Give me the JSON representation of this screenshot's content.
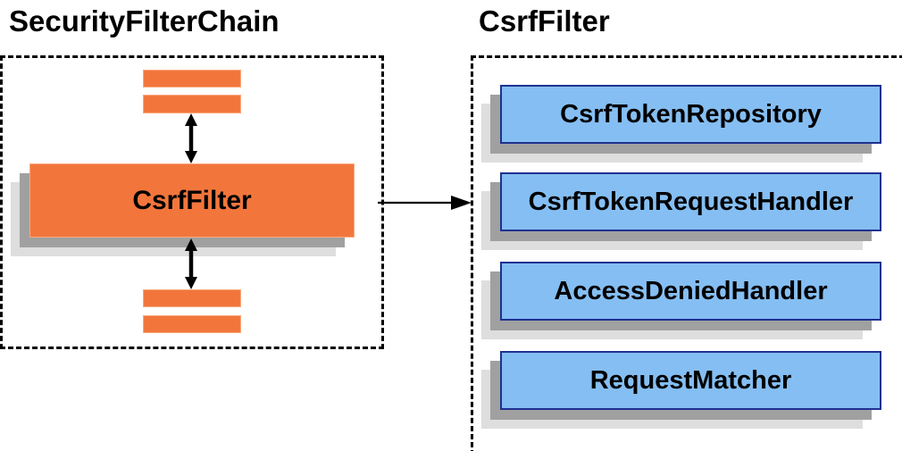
{
  "diagram": {
    "left_panel": {
      "title": "SecurityFilterChain",
      "filter_label": "CsrfFilter"
    },
    "right_panel": {
      "title": "CsrfFilter",
      "components": [
        {
          "label": "CsrfTokenRepository"
        },
        {
          "label": "CsrfTokenRequestHandler"
        },
        {
          "label": "AccessDeniedHandler"
        },
        {
          "label": "RequestMatcher"
        }
      ]
    },
    "colors": {
      "orange": "#F2763C",
      "orange_border": "#F9A97C",
      "blue": "#85BEF2",
      "blue_border": "#1F3190",
      "shadow_dark": "#A0A0A0",
      "shadow_light": "#DEDEDE",
      "arrow": "#000000"
    }
  }
}
